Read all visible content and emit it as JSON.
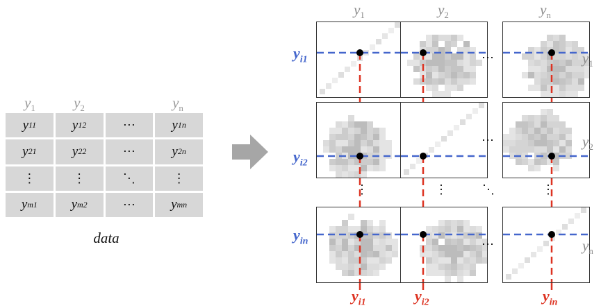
{
  "table": {
    "headers": [
      "y1",
      "y2",
      "",
      "yn"
    ],
    "rows": [
      [
        "y11",
        "y12",
        "⋯",
        "y1n"
      ],
      [
        "y21",
        "y22",
        "⋯",
        "y2n"
      ],
      [
        "⋮",
        "⋮",
        "⋱",
        "⋮"
      ],
      [
        "ym1",
        "ym2",
        "⋯",
        "ymn"
      ]
    ],
    "caption": "data"
  },
  "grid": {
    "col_headers": [
      "y1",
      "y2",
      "yn"
    ],
    "row_headers": [
      "y1",
      "y2",
      "yn"
    ],
    "ellipsis_h": "⋯",
    "ellipsis_v": "⋮",
    "ellipsis_d": "⋱",
    "highlight_rows": [
      "yi1",
      "yi2",
      "yin"
    ],
    "highlight_cols": [
      "yi1",
      "yi2",
      "yin"
    ]
  },
  "colors": {
    "highlight_row": "#4466cc",
    "highlight_col": "#dd3322",
    "cell_fill": "#d7d7d7",
    "arrow": "#a6a6a6"
  }
}
